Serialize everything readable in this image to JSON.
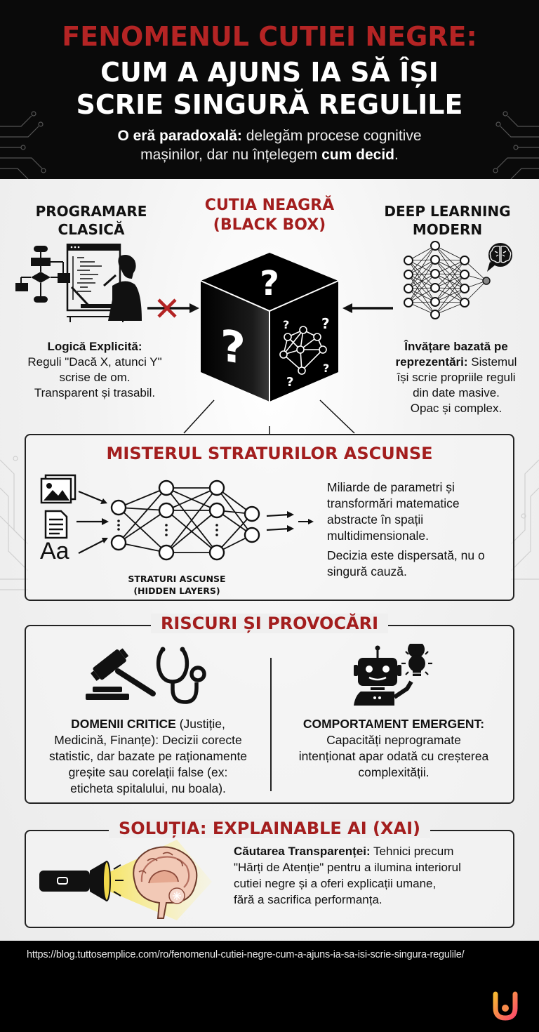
{
  "header": {
    "title_line1": "FENOMENUL CUTIEI NEGRE:",
    "title_line2": "CUM A AJUNS IA SĂ ÎȘI",
    "title_line3": "SCRIE SINGURĂ REGULILE",
    "subtitle_bold1": "O eră paradoxală:",
    "subtitle_text1": " delegăm procese cognitive",
    "subtitle_text2": "mașinilor, dar nu înțelegem ",
    "subtitle_bold2": "cum decid",
    "subtitle_end": "."
  },
  "colors": {
    "accent_red": "#a31e1e",
    "header_bg": "#0a0a0a",
    "body_bg": "#efefef",
    "footer_bg": "#000000"
  },
  "classic": {
    "title_line1": "PROGRAMARE",
    "title_line2": "CLASICĂ",
    "icon": "flowchart-programmer-icon",
    "desc_bold": "Logică Explicită:",
    "desc_line1": "Reguli \"Dacă X, atunci Y\"",
    "desc_line2": "scrise de om.",
    "desc_line3": "Transparent și trasabil."
  },
  "blackbox": {
    "title_line1": "CUTIA NEAGRĂ",
    "title_line2": "(BLACK BOX)",
    "icon": "black-box-cube-icon"
  },
  "modern": {
    "title_line1": "DEEP LEARNING",
    "title_line2": "MODERN",
    "icon": "neural-network-brain-icon",
    "desc_bold1": "Învățare bazată pe",
    "desc_bold2": "reprezentări:",
    "desc_line2_rest": " Sistemul",
    "desc_line3": "își scrie propriile reguli",
    "desc_line4": "din date masive.",
    "desc_line5": "Opac și complex."
  },
  "hidden_layers": {
    "title": "MISTERUL STRATURILOR ASCUNSE",
    "inputs": [
      "image-icon",
      "document-icon",
      "text-icon"
    ],
    "input_text_glyph": "Aa",
    "label_line1": "STRATURI ASCUNSE",
    "label_line2": "(HIDDEN LAYERS)",
    "text1": [
      "Miliarde de parametri și",
      "transformări matematice",
      "abstracte în spații",
      "multidimensionale."
    ],
    "text2": [
      "Decizia este dispersată, nu o",
      "singură cauză."
    ]
  },
  "risks": {
    "title": "RISCURI ȘI PROVOCĂRI",
    "left": {
      "icons": [
        "gavel-icon",
        "stethoscope-icon"
      ],
      "bold": "DOMENII CRITICE",
      "line1_rest": " (Justiție,",
      "line2": "Medicină, Finanțe): Decizii corecte",
      "line3": "statistic, dar bazate pe raționamente",
      "line4": "greșite sau corelații false (ex:",
      "line5": "eticheta spitalului, nu boala)."
    },
    "right": {
      "icons": [
        "robot-icon",
        "lightbulb-icon"
      ],
      "bold": "COMPORTAMENT EMERGENT:",
      "line1": "Capacități neprogramate",
      "line2": "intenționat apar odată cu creșterea",
      "line3": "complexității."
    }
  },
  "solution": {
    "title": "SOLUȚIA: EXPLAINABLE AI (XAI)",
    "icons": [
      "flashlight-icon",
      "brain-icon"
    ],
    "bold": "Căutarea Transparenței:",
    "line1_rest": " Tehnici precum",
    "line2": "\"Hărți de Atenție\" pentru a ilumina interiorul",
    "line3": "cutiei negre și a oferi explicații umane,",
    "line4": "fără a sacrifica performanța."
  },
  "footer": {
    "url": "https://blog.tuttosemplice.com/ro/fenomenul-cutiei-negre-cum-a-ajuns-ia-sa-isi-scrie-singura-regulile/",
    "logo": "tuttosemplice-logo-icon"
  }
}
